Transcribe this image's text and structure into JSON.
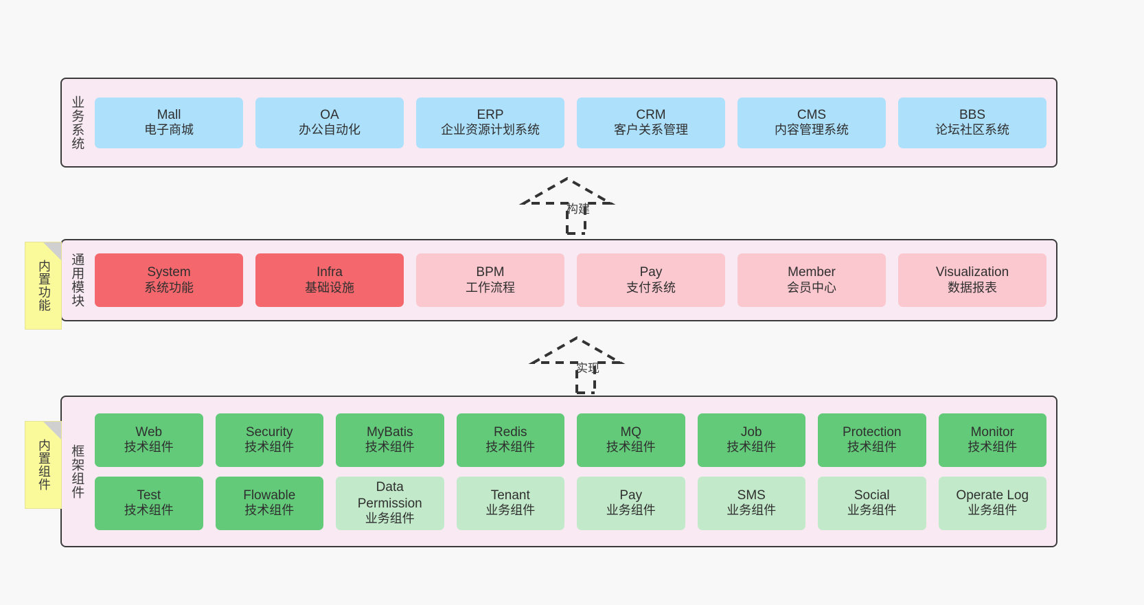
{
  "diagram": {
    "type": "layered-architecture",
    "background": "#f8f8f8",
    "palette": {
      "band_fill": "#f8e9f3",
      "band_border": "#3b3b3b",
      "business_box": "#ade0fb",
      "module_core": "#f4676c",
      "module_optional": "#fbc8cf",
      "component_tech": "#63ca7a",
      "component_biz": "#c2e9c9",
      "sticky": "#fbfa9b",
      "sticky_fold": "#d0d0d0"
    }
  },
  "stickies": [
    {
      "name": "built-in-functions",
      "label": "内置功能"
    },
    {
      "name": "built-in-components",
      "label": "内置组件"
    }
  ],
  "connectors": [
    {
      "name": "build",
      "label": "构建",
      "from": "modules",
      "to": "business",
      "style": "dashed-hollow-triangle"
    },
    {
      "name": "implement",
      "label": "实现",
      "from": "framework",
      "to": "modules",
      "style": "dashed-hollow-triangle"
    }
  ],
  "bands": {
    "business": {
      "title": "业务系统",
      "rows": [
        [
          {
            "en": "Mall",
            "cn": "电子商城",
            "color": "#ade0fb"
          },
          {
            "en": "OA",
            "cn": "办公自动化",
            "color": "#ade0fb"
          },
          {
            "en": "ERP",
            "cn": "企业资源计划系统",
            "color": "#ade0fb"
          },
          {
            "en": "CRM",
            "cn": "客户关系管理",
            "color": "#ade0fb"
          },
          {
            "en": "CMS",
            "cn": "内容管理系统",
            "color": "#ade0fb"
          },
          {
            "en": "BBS",
            "cn": "论坛社区系统",
            "color": "#ade0fb"
          }
        ]
      ]
    },
    "modules": {
      "title": "通用模块",
      "rows": [
        [
          {
            "en": "System",
            "cn": "系统功能",
            "color": "#f4676c"
          },
          {
            "en": "Infra",
            "cn": "基础设施",
            "color": "#f4676c"
          },
          {
            "en": "BPM",
            "cn": "工作流程",
            "color": "#fbc8cf"
          },
          {
            "en": "Pay",
            "cn": "支付系统",
            "color": "#fbc8cf"
          },
          {
            "en": "Member",
            "cn": "会员中心",
            "color": "#fbc8cf"
          },
          {
            "en": "Visualization",
            "cn": "数据报表",
            "color": "#fbc8cf"
          }
        ]
      ]
    },
    "framework": {
      "title": "框架组件",
      "rows": [
        [
          {
            "en": "Web",
            "cn": "技术组件",
            "color": "#63ca7a"
          },
          {
            "en": "Security",
            "cn": "技术组件",
            "color": "#63ca7a"
          },
          {
            "en": "MyBatis",
            "cn": "技术组件",
            "color": "#63ca7a"
          },
          {
            "en": "Redis",
            "cn": "技术组件",
            "color": "#63ca7a"
          },
          {
            "en": "MQ",
            "cn": "技术组件",
            "color": "#63ca7a"
          },
          {
            "en": "Job",
            "cn": "技术组件",
            "color": "#63ca7a"
          },
          {
            "en": "Protection",
            "cn": "技术组件",
            "color": "#63ca7a"
          },
          {
            "en": "Monitor",
            "cn": "技术组件",
            "color": "#63ca7a"
          }
        ],
        [
          {
            "en": "Test",
            "cn": "技术组件",
            "color": "#63ca7a"
          },
          {
            "en": "Flowable",
            "cn": "技术组件",
            "color": "#63ca7a"
          },
          {
            "en": "Data Permission",
            "cn": "业务组件",
            "color": "#c2e9c9"
          },
          {
            "en": "Tenant",
            "cn": "业务组件",
            "color": "#c2e9c9"
          },
          {
            "en": "Pay",
            "cn": "业务组件",
            "color": "#c2e9c9"
          },
          {
            "en": "SMS",
            "cn": "业务组件",
            "color": "#c2e9c9"
          },
          {
            "en": "Social",
            "cn": "业务组件",
            "color": "#c2e9c9"
          },
          {
            "en": "Operate Log",
            "cn": "业务组件",
            "color": "#c2e9c9"
          }
        ]
      ]
    }
  }
}
